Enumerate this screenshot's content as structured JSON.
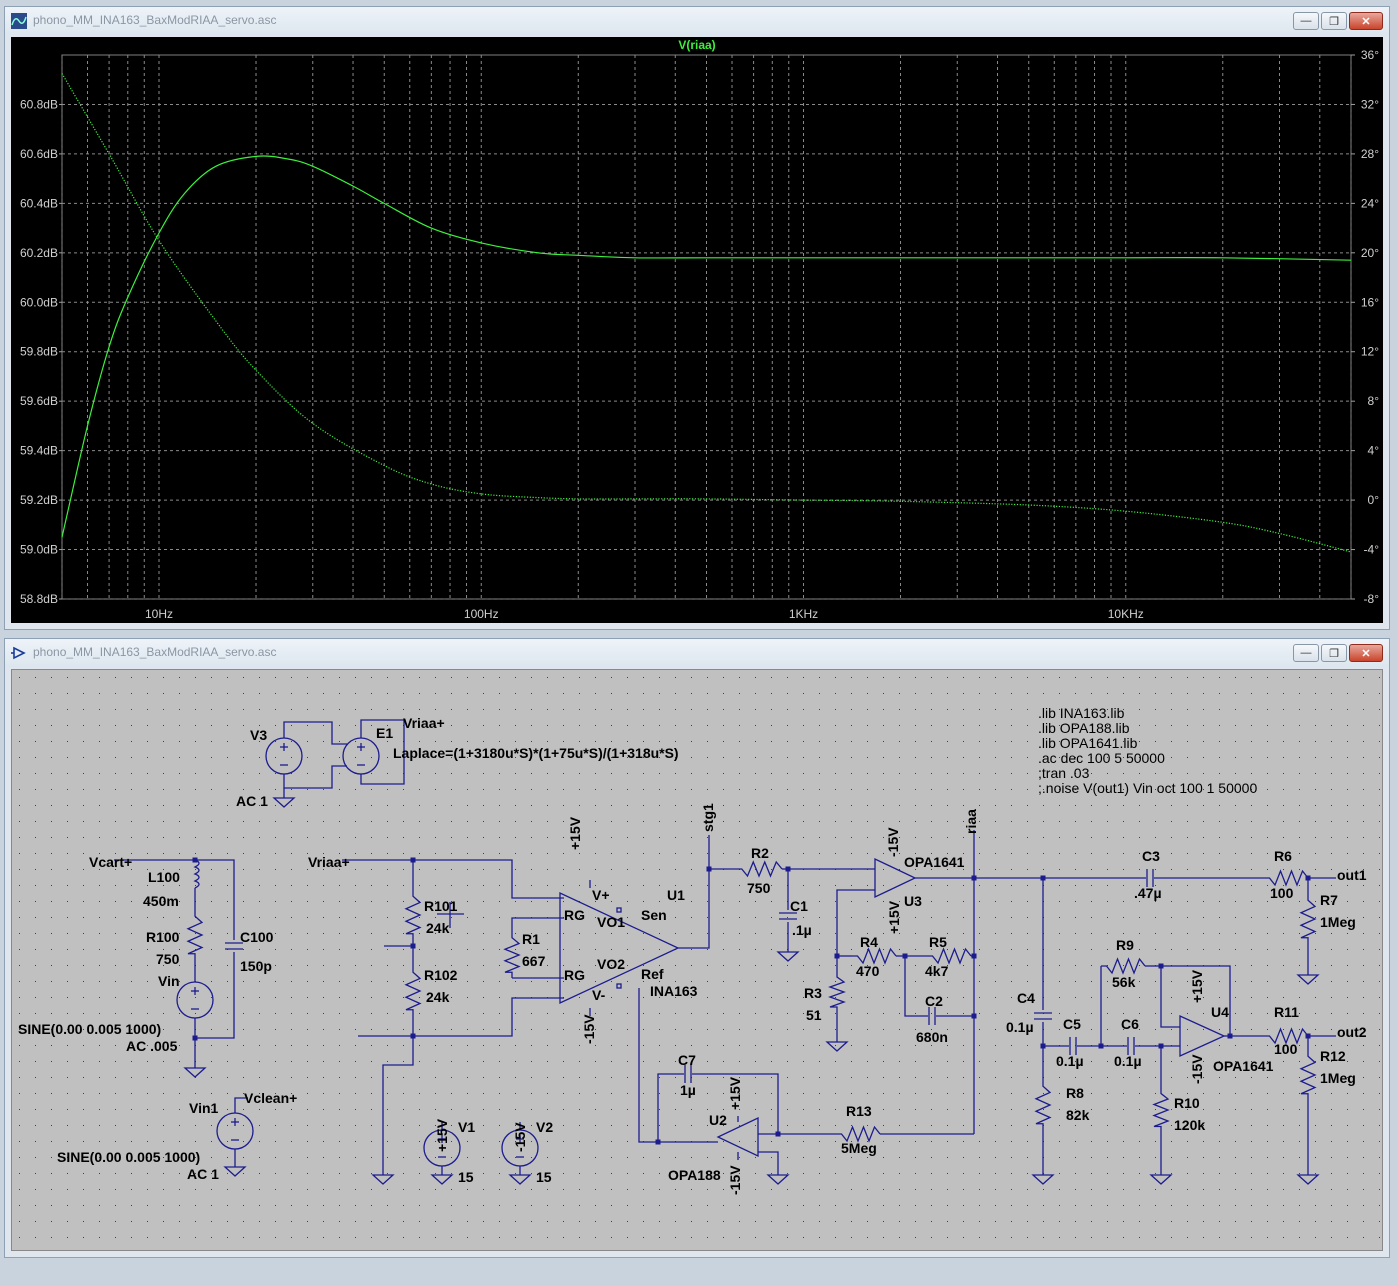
{
  "plot_window": {
    "title": "phono_MM_INA163_BaxModRIAA_servo.asc",
    "trace_title": "V(riaa)",
    "controls": [
      "minimize",
      "restore",
      "close"
    ]
  },
  "schematic_window": {
    "title": "phono_MM_INA163_BaxModRIAA_servo.asc",
    "controls": [
      "minimize",
      "restore",
      "close"
    ]
  },
  "colors": {
    "plot_background": "#000000",
    "trace": "#3cf03c",
    "schematic_background": "#c0c0c0",
    "wire": "#00008b"
  },
  "chart_data": {
    "type": "line",
    "title": "V(riaa)",
    "xlabel": "",
    "ylabel": "",
    "x_scale": "log",
    "xlim": [
      5,
      50000
    ],
    "ylim": [
      58.8,
      61.0
    ],
    "y2lim": [
      -8,
      36
    ],
    "grid": true,
    "x_ticks": [
      "10Hz",
      "100Hz",
      "1KHz",
      "10KHz"
    ],
    "x_tick_values": [
      10,
      100,
      1000,
      10000
    ],
    "y_ticks": [
      "58.8dB",
      "59.0dB",
      "59.2dB",
      "59.4dB",
      "59.6dB",
      "59.8dB",
      "60.0dB",
      "60.2dB",
      "60.4dB",
      "60.6dB",
      "60.8dB"
    ],
    "y_tick_values": [
      58.8,
      59.0,
      59.2,
      59.4,
      59.6,
      59.8,
      60.0,
      60.2,
      60.4,
      60.6,
      60.8
    ],
    "y2_ticks": [
      "-8°",
      "-4°",
      "0°",
      "4°",
      "8°",
      "12°",
      "16°",
      "20°",
      "24°",
      "28°",
      "32°",
      "36°"
    ],
    "y2_tick_values": [
      -8,
      -4,
      0,
      4,
      8,
      12,
      16,
      20,
      24,
      28,
      32,
      36
    ],
    "series": [
      {
        "style": "solid",
        "axis": "left",
        "x": [
          5,
          6,
          7,
          8,
          10,
          12,
          15,
          20,
          25,
          30,
          40,
          50,
          70,
          100,
          150,
          200,
          300,
          500,
          1000,
          2000,
          5000,
          10000,
          20000,
          50000
        ],
        "values": [
          59.05,
          59.5,
          59.82,
          60.02,
          60.28,
          60.44,
          60.55,
          60.59,
          60.58,
          60.55,
          60.47,
          60.4,
          60.3,
          60.24,
          60.2,
          60.19,
          60.18,
          60.18,
          60.18,
          60.18,
          60.18,
          60.18,
          60.18,
          60.17
        ]
      },
      {
        "style": "dotted",
        "axis": "right",
        "x": [
          5,
          7,
          10,
          15,
          20,
          30,
          50,
          70,
          100,
          150,
          200,
          300,
          500,
          1000,
          2000,
          5000,
          10000,
          20000,
          30000,
          50000
        ],
        "values": [
          34.5,
          28.0,
          21.0,
          14.5,
          10.5,
          6.2,
          2.8,
          1.3,
          0.5,
          0.2,
          0.1,
          0.1,
          0.1,
          0.0,
          -0.1,
          -0.4,
          -0.9,
          -1.8,
          -2.7,
          -4.2
        ]
      }
    ]
  },
  "schematic": {
    "directives": [
      ".lib INA163.lib",
      ".lib OPA188.lib",
      ".lib OPA1641.lib",
      ".ac dec 100 5 50000",
      ";tran .03",
      ";.noise V(out1) Vin oct 100 1 50000"
    ],
    "laplace": "Laplace=(1+3180u*S)*(1+75u*S)/(1+318u*S)",
    "labels": {
      "V3": "V3",
      "E1": "E1",
      "Vriaa_top": "Vriaa+",
      "AC1_top": "AC 1",
      "Vcart": "Vcart+",
      "L100": "L100",
      "L100_val": "450m",
      "R100": "R100",
      "R100_val": "750",
      "Vin": "Vin",
      "C100": "C100",
      "C100_val": "150p",
      "sine_vin": "SINE(0.00 0.005 1000)",
      "ac_vin": "AC .005",
      "Vin1": "Vin1",
      "Vclean": "Vclean+",
      "sine_vin1": "SINE(0.00 0.005 1000)",
      "ac_vin1": "AC 1",
      "Vriaa_in": "Vriaa+",
      "R101": "R101",
      "R101_val": "24k",
      "R102": "R102",
      "R102_val": "24k",
      "R1": "R1",
      "R1_val": "667",
      "plus15_u1": "+15V",
      "minus15_u1": "-15V",
      "pin_vplus": "V+",
      "pin_rg1": "RG",
      "pin_rg2": "RG",
      "pin_vo1": "VO1",
      "pin_vo2": "VO2",
      "pin_sen": "Sen",
      "pin_ref": "Ref",
      "pin_vminus": "V-",
      "U1": "U1",
      "INA163": "INA163",
      "stg1": "stg1",
      "V1": "V1",
      "V1_net": "+15V",
      "V1_val": "15",
      "V2": "V2",
      "V2_net": "-15V",
      "V2_val": "15",
      "R2": "R2",
      "R2_val": "750",
      "C1": "C1",
      "C1_val": ".1µ",
      "U3_minus15": "-15V",
      "OPA1641_u3": "OPA1641",
      "U3": "U3",
      "U3_plus15": "+15V",
      "riaa": "riaa",
      "R4": "R4",
      "R4_val": "470",
      "R5": "R5",
      "R5_val": "4k7",
      "R3": "R3",
      "R3_val": "51",
      "C2": "C2",
      "C2_val": "680n",
      "C7": "C7",
      "C7_val": "1µ",
      "U2": "U2",
      "U2_plus15": "+15V",
      "U2_minus15": "-15V",
      "OPA188": "OPA188",
      "R13": "R13",
      "R13_val": "5Meg",
      "C3": "C3",
      "C3_val": ".47µ",
      "R6": "R6",
      "R6_val": "100",
      "out1": "out1",
      "R7": "R7",
      "R7_val": "1Meg",
      "R9": "R9",
      "R9_val": "56k",
      "C4": "C4",
      "C4_val": "0.1µ",
      "C5": "C5",
      "C5_val": "0.1µ",
      "C6": "C6",
      "C6_val": "0.1µ",
      "U4": "U4",
      "U4_plus15": "+15V",
      "U4_minus15": "-15V",
      "OPA1641_u4": "OPA1641",
      "R11": "R11",
      "R11_val": "100",
      "out2": "out2",
      "R12": "R12",
      "R12_val": "1Meg",
      "R8": "R8",
      "R8_val": "82k",
      "R10": "R10",
      "R10_val": "120k"
    }
  }
}
